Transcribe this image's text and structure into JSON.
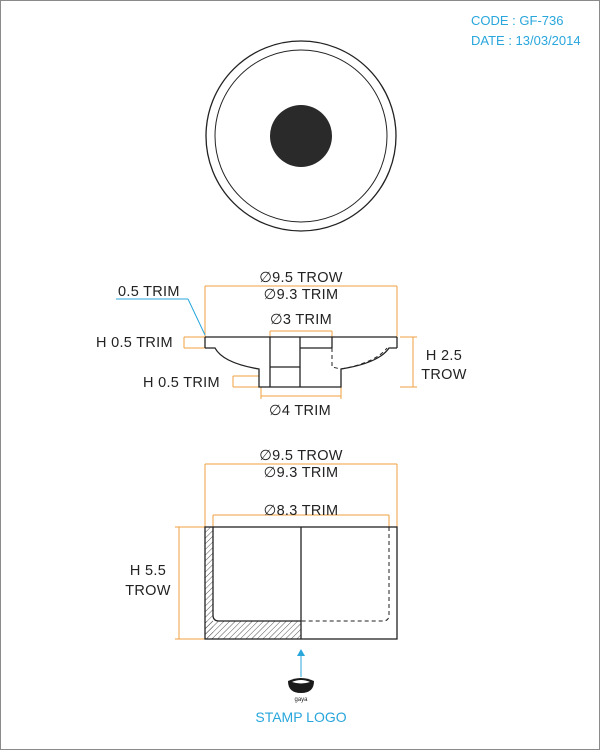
{
  "header": {
    "code": "CODE : GF-736",
    "date": "DATE : 13/03/2014"
  },
  "section_view": {
    "outer_diameter": "∅9.5 TROW",
    "inner_diameter": "∅9.3 TRIM",
    "lip_trim": "0.5 TRIM",
    "hole_diameter": "∅3 TRIM",
    "top_height": "H 0.5 TRIM",
    "bottom_height": "H 0.5 TRIM",
    "total_height_line1": "H 2.5",
    "total_height_line2": "TROW",
    "base_diameter": "∅4 TRIM"
  },
  "cup_view": {
    "outer_diameter": "∅9.5 TROW",
    "inner_diameter": "∅9.3 TRIM",
    "cavity_diameter": "∅8.3 TRIM",
    "height_line1": "H 5.5",
    "height_line2": "TROW"
  },
  "stamp": {
    "logo_text": "gaya",
    "label": "STAMP LOGO"
  },
  "colors": {
    "accent": "#29a6dc",
    "dimension": "#f0a040",
    "outline": "#222222"
  }
}
